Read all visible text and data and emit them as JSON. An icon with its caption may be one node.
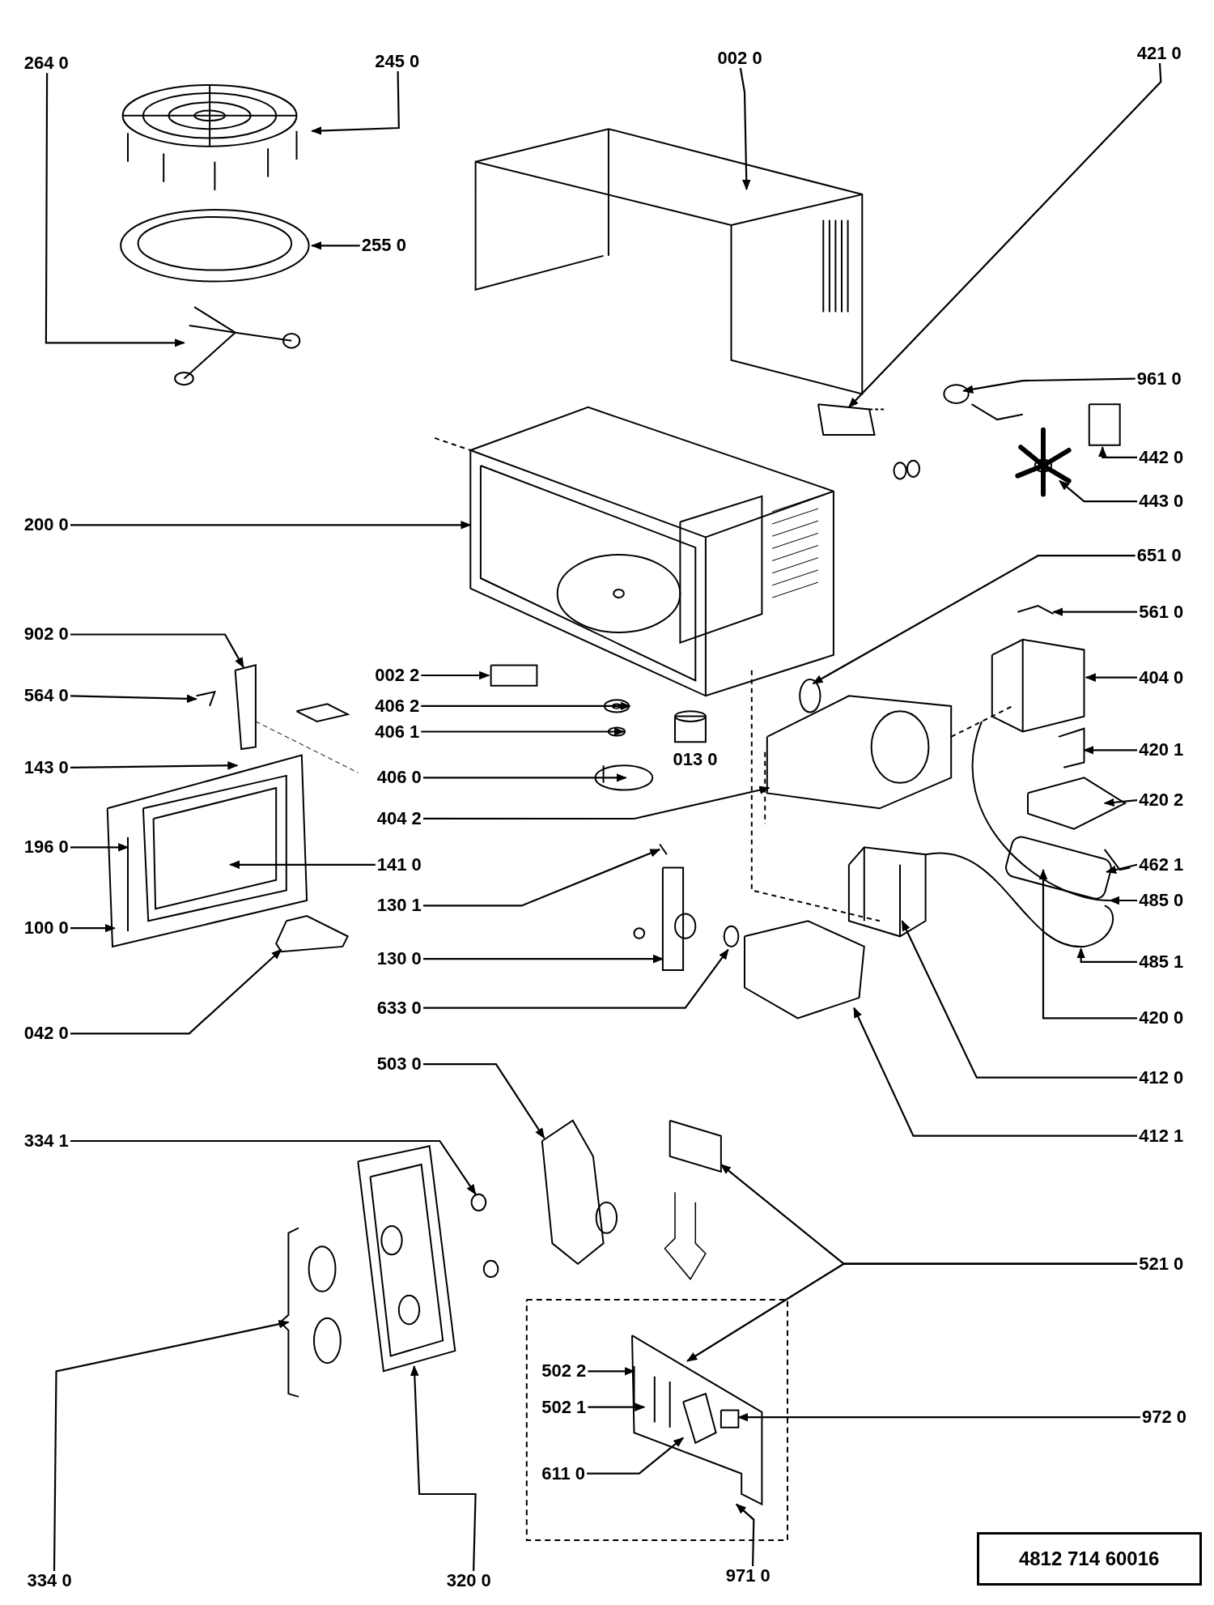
{
  "diagram": {
    "nodes": [
      {
        "text": [
          "264 0"
        ]
      },
      {
        "text": [
          "245 0"
        ]
      },
      {
        "text": [
          "255 0"
        ]
      },
      {
        "text": [
          "002 0"
        ]
      },
      {
        "text": [
          "421 0"
        ]
      },
      {
        "text": [
          "961 0"
        ]
      },
      {
        "text": [
          "442 0"
        ]
      },
      {
        "text": [
          "443 0"
        ]
      },
      {
        "text": [
          "200 0"
        ]
      },
      {
        "text": [
          "651 0"
        ]
      },
      {
        "text": [
          "561 0"
        ]
      },
      {
        "text": [
          "902 0"
        ]
      },
      {
        "text": [
          "002 2"
        ]
      },
      {
        "text": [
          "564 0"
        ]
      },
      {
        "text": [
          "406 2"
        ]
      },
      {
        "text": [
          "406 1"
        ]
      },
      {
        "text": [
          "404 0"
        ]
      },
      {
        "text": [
          "143 0"
        ]
      },
      {
        "text": [
          "406 0"
        ]
      },
      {
        "text": [
          "420 1"
        ]
      },
      {
        "text": [
          "420 2"
        ]
      },
      {
        "text": [
          "404 2"
        ]
      },
      {
        "text": [
          "196 0"
        ]
      },
      {
        "text": [
          "141 0"
        ]
      },
      {
        "text": [
          "462 1"
        ]
      },
      {
        "text": [
          "130 1"
        ]
      },
      {
        "text": [
          "485 0"
        ]
      },
      {
        "text": [
          "100 0"
        ]
      },
      {
        "text": [
          "130 0"
        ]
      },
      {
        "text": [
          "485 1"
        ]
      },
      {
        "text": [
          "420 0"
        ]
      },
      {
        "text": [
          "633 0"
        ]
      },
      {
        "text": [
          "042 0"
        ]
      },
      {
        "text": [
          "412 0"
        ]
      },
      {
        "text": [
          "503 0"
        ]
      },
      {
        "text": [
          "412 1"
        ]
      },
      {
        "text": [
          "334 1"
        ]
      },
      {
        "text": [
          "521 0"
        ]
      },
      {
        "text": [
          "502 2"
        ]
      },
      {
        "text": [
          "502 1"
        ]
      },
      {
        "text": [
          "972 0"
        ]
      },
      {
        "text": [
          "611 0"
        ]
      },
      {
        "text": [
          "334 0"
        ]
      },
      {
        "text": [
          "320 0"
        ]
      },
      {
        "text": [
          "971 0"
        ]
      },
      {
        "text": [
          "4812 714 60016"
        ]
      }
    ],
    "edges": [
      {
        "from": 0,
        "to": null,
        "arrow": "to"
      },
      {
        "from": 1,
        "to": null,
        "arrow": "to"
      },
      {
        "from": 2,
        "to": null,
        "arrow": "to"
      },
      {
        "from": 3,
        "to": null,
        "arrow": "to"
      },
      {
        "from": 4,
        "to": null,
        "arrow": "to"
      },
      {
        "from": 5,
        "to": null,
        "arrow": "to"
      },
      {
        "from": 6,
        "to": null,
        "arrow": "to"
      },
      {
        "from": 7,
        "to": null,
        "arrow": "to"
      },
      {
        "from": 8,
        "to": null,
        "arrow": "to"
      },
      {
        "from": 9,
        "to": null,
        "arrow": "to"
      },
      {
        "from": 10,
        "to": null,
        "arrow": "to"
      },
      {
        "from": 11,
        "to": null,
        "arrow": "to"
      },
      {
        "from": 12,
        "to": null,
        "arrow": "to"
      },
      {
        "from": 13,
        "to": null,
        "arrow": "to"
      },
      {
        "from": 14,
        "to": null,
        "arrow": "to"
      },
      {
        "from": 15,
        "to": null,
        "arrow": "to"
      },
      {
        "from": 16,
        "to": null,
        "arrow": "to"
      },
      {
        "from": 17,
        "to": null,
        "arrow": "to"
      },
      {
        "from": 18,
        "to": null,
        "arrow": "to"
      },
      {
        "from": 19,
        "to": null,
        "arrow": "to"
      },
      {
        "from": 20,
        "to": null,
        "arrow": "to"
      },
      {
        "from": 21,
        "to": null,
        "arrow": "to"
      },
      {
        "from": 22,
        "to": null,
        "arrow": "to"
      },
      {
        "from": 23,
        "to": null,
        "arrow": "to"
      },
      {
        "from": 24,
        "to": null,
        "arrow": "to"
      },
      {
        "from": 25,
        "to": null,
        "arrow": "to"
      },
      {
        "from": 26,
        "to": null,
        "arrow": "to"
      },
      {
        "from": 27,
        "to": null,
        "arrow": "to"
      },
      {
        "from": 28,
        "to": null,
        "arrow": "to"
      },
      {
        "from": 29,
        "to": null,
        "arrow": "to"
      },
      {
        "from": 30,
        "to": null,
        "arrow": "to"
      },
      {
        "from": 31,
        "to": null,
        "arrow": "to"
      },
      {
        "from": 32,
        "to": null,
        "arrow": "to"
      },
      {
        "from": 33,
        "to": null,
        "arrow": "to"
      },
      {
        "from": 34,
        "to": null,
        "arrow": "to"
      },
      {
        "from": 35,
        "to": null,
        "arrow": "to"
      },
      {
        "from": 36,
        "to": null,
        "arrow": "to"
      },
      {
        "from": 37,
        "to": null,
        "arrow": "to"
      },
      {
        "from": 37,
        "to": null,
        "arrow": "to"
      },
      {
        "from": 38,
        "to": null,
        "arrow": "to"
      },
      {
        "from": 39,
        "to": null,
        "arrow": "to"
      },
      {
        "from": 40,
        "to": null,
        "arrow": "to"
      },
      {
        "from": 41,
        "to": null,
        "arrow": "to"
      },
      {
        "from": 42,
        "to": null,
        "arrow": "to"
      },
      {
        "from": 43,
        "to": null,
        "arrow": "to"
      },
      {
        "from": 44,
        "to": null,
        "arrow": "to"
      }
    ],
    "labels": [
      "013 0"
    ]
  }
}
